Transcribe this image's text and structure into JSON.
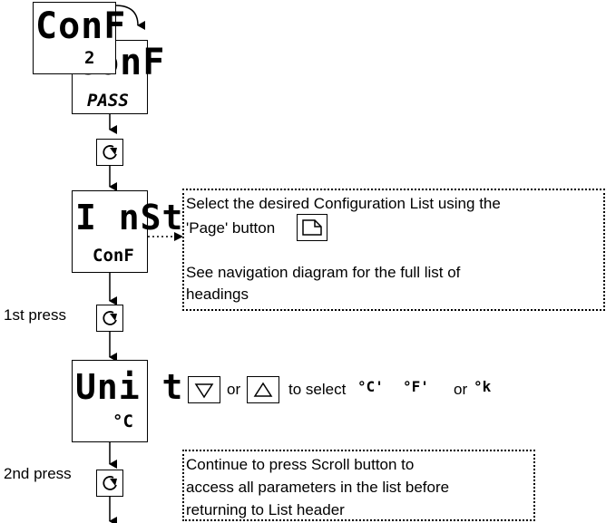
{
  "displays": {
    "conf_front_top": "ConF",
    "conf_front_bottom": "2",
    "conf_back_top": "ConF",
    "conf_back_bottom": "PASS",
    "inst_top": "I nSt",
    "inst_bottom": "ConF",
    "unit_top": "Uni t",
    "unit_bottom": "°C"
  },
  "labels": {
    "first_press": "1st press",
    "second_press": "2nd press"
  },
  "notes": {
    "select_line1": "Select the desired Configuration List using the",
    "select_line2": "'Page' button",
    "navigation_line1": "See navigation diagram for the full  list of",
    "navigation_line2": "headings",
    "continue_line1": "Continue to press Scroll button to",
    "continue_line2": "access all parameters in the list before",
    "continue_line3": "returning to List header"
  },
  "unit_select": {
    "or1": "or",
    "to_select": "to select",
    "opt_c": "°C'",
    "opt_f": "°F'",
    "or2": "or",
    "opt_k": "°k"
  },
  "icons": [
    "scroll-button-icon",
    "page-button-icon",
    "down-arrow-button-icon",
    "up-arrow-button-icon"
  ]
}
